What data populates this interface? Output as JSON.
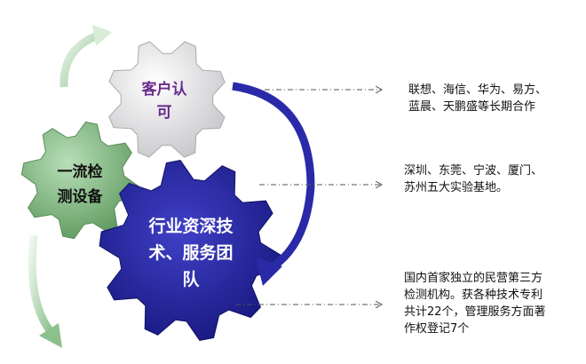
{
  "gears": {
    "client": {
      "label_line1": "客户认",
      "label_line2": "可",
      "text_color": "#6a2a8a",
      "fill": "#e8e8ec"
    },
    "equipment": {
      "label_line1": "一流检",
      "label_line2": "测设备",
      "text_color": "#111111",
      "fill": "#7fb27f"
    },
    "team": {
      "label_line1": "行业资深技",
      "label_line2": "术、服务团",
      "label_line3": "队",
      "text_color": "#ffffff",
      "fill": "#23239a"
    }
  },
  "notes": [
    {
      "line1": "联想、海信、华为、易方、",
      "line2": "蓝晨、天鹏盛等长期合作"
    },
    {
      "line1": "深圳、东莞、宁波、厦门、",
      "line2": "苏州五大实验基地。"
    },
    {
      "line1": "国内首家独立的民营第三方",
      "line2": "检测机构。获各种技术专利",
      "line3": "共计22个，管理服务方面著",
      "line4": "作权登记7个"
    }
  ],
  "colors": {
    "arrow_green": "#9ccc9c",
    "arrow_blue": "#2a2aa8",
    "dash": "#555555"
  }
}
